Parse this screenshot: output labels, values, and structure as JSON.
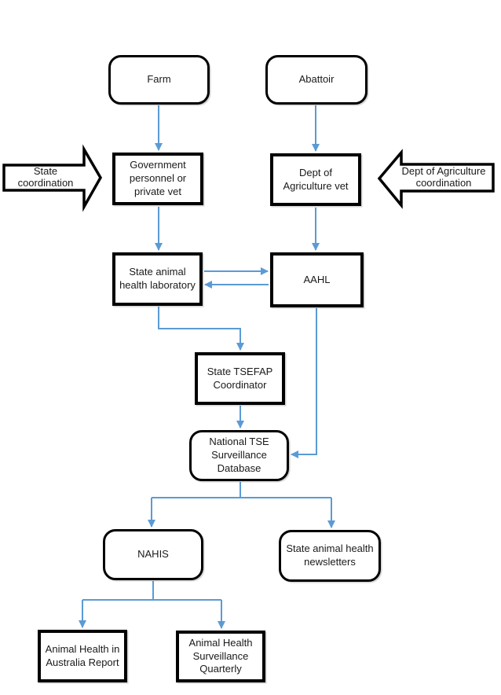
{
  "colors": {
    "connector": "#5B9BD5",
    "border": "#000000",
    "background": "#ffffff",
    "text": "#1a1a1a"
  },
  "nodes": {
    "farm": {
      "label": "Farm"
    },
    "abattoir": {
      "label": "Abattoir"
    },
    "gov_vet": {
      "label": "Government\npersonnel or\nprivate vet"
    },
    "dept_vet": {
      "label": "Dept of\nAgriculture vet"
    },
    "state_lab": {
      "label": "State animal\nhealth laboratory"
    },
    "aahl": {
      "label": "AAHL"
    },
    "tsefap": {
      "label": "State TSEFAP\nCoordinator"
    },
    "database": {
      "label": "National TSE\nSurveillance\nDatabase"
    },
    "nahis": {
      "label": "NAHIS"
    },
    "newsletters": {
      "label": "State animal health\nnewsletters"
    },
    "report": {
      "label": "Animal Health in\nAustralia Report"
    },
    "quarterly": {
      "label": "Animal Health\nSurveillance\nQuarterly"
    }
  },
  "annotations": {
    "state_coordination": {
      "label": "State coordination"
    },
    "dept_coordination": {
      "label": "Dept of Agriculture\ncoordination"
    }
  },
  "edges": [
    {
      "from": "farm",
      "to": "gov_vet"
    },
    {
      "from": "abattoir",
      "to": "dept_vet"
    },
    {
      "from": "gov_vet",
      "to": "state_lab"
    },
    {
      "from": "dept_vet",
      "to": "aahl"
    },
    {
      "from": "state_lab",
      "to": "aahl"
    },
    {
      "from": "aahl",
      "to": "state_lab"
    },
    {
      "from": "state_lab",
      "to": "tsefap"
    },
    {
      "from": "tsefap",
      "to": "database"
    },
    {
      "from": "aahl",
      "to": "database"
    },
    {
      "from": "database",
      "to": "nahis"
    },
    {
      "from": "database",
      "to": "newsletters"
    },
    {
      "from": "nahis",
      "to": "report"
    },
    {
      "from": "nahis",
      "to": "quarterly"
    }
  ]
}
